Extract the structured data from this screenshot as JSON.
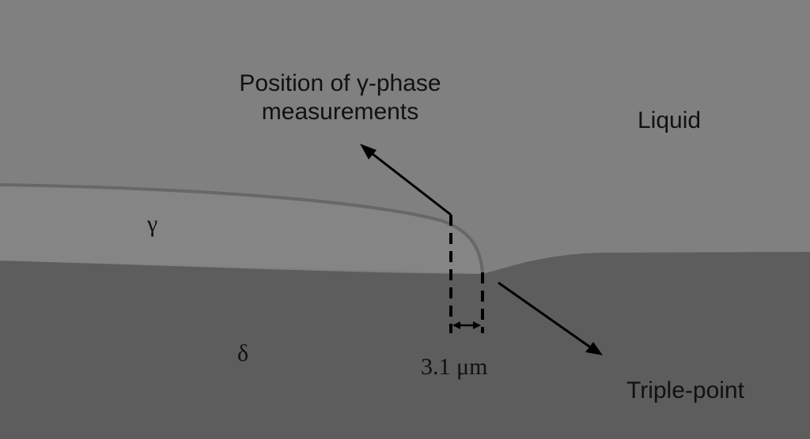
{
  "labels": {
    "measurement_position": [
      "Position of γ-phase",
      "measurements"
    ],
    "liquid": "Liquid",
    "gamma": "γ",
    "delta": "δ",
    "width": "3.1 μm",
    "triple_point": "Triple-point"
  },
  "colors": {
    "liquid": "#808080",
    "gamma": "#858585",
    "delta": "#5e5e5e"
  }
}
